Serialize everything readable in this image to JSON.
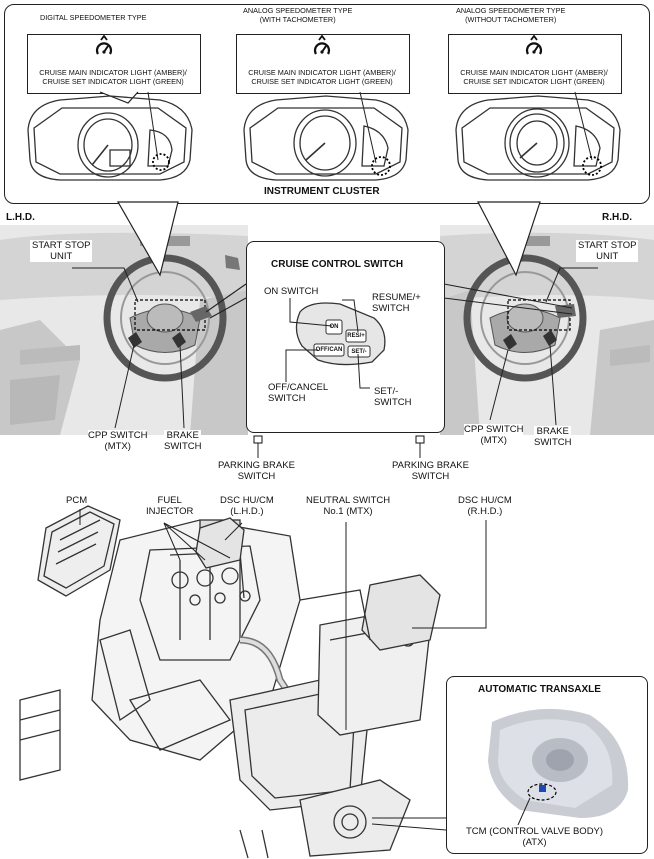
{
  "cluster": {
    "heading": "INSTRUMENT CLUSTER",
    "types": [
      {
        "title": "DIGITAL SPEEDOMETER TYPE",
        "indicator": "CRUISE MAIN INDICATOR LIGHT (AMBER)/\nCRUISE SET INDICATOR LIGHT (GREEN)"
      },
      {
        "title": "ANALOG SPEEDOMETER TYPE\n(WITH TACHOMETER)",
        "indicator": "CRUISE MAIN INDICATOR LIGHT (AMBER)/\nCRUISE SET INDICATOR LIGHT (GREEN)"
      },
      {
        "title": "ANALOG SPEEDOMETER TYPE\n(WITHOUT TACHOMETER)",
        "indicator": "CRUISE MAIN INDICATOR LIGHT (AMBER)/\nCRUISE SET INDICATOR LIGHT (GREEN)"
      }
    ]
  },
  "cockpit": {
    "lhd": "L.H.D.",
    "rhd": "R.H.D.",
    "start_stop_left": "START STOP\nUNIT",
    "start_stop_right": "START STOP\nUNIT",
    "cpp_left": "CPP SWITCH\n(MTX)",
    "brake_left": "BRAKE\nSWITCH",
    "cpp_right": "CPP SWITCH\n(MTX)",
    "brake_right": "BRAKE\nSWITCH",
    "parking_left": "PARKING BRAKE\nSWITCH",
    "parking_right": "PARKING BRAKE\nSWITCH"
  },
  "cruise_switch": {
    "heading": "CRUISE CONTROL SWITCH",
    "on": "ON SWITCH",
    "resume": "RESUME/+\nSWITCH",
    "off_cancel": "OFF/CANCEL\nSWITCH",
    "set": "SET/-\nSWITCH",
    "btn_on": "ON",
    "btn_off": "OFF/CAN",
    "btn_res": "RES/+",
    "btn_set": "SET/-"
  },
  "engine": {
    "pcm": "PCM",
    "fuel_injector": "FUEL\nINJECTOR",
    "dsc_lhd": "DSC HU/CM\n(L.H.D.)",
    "neutral": "NEUTRAL SWITCH\nNo.1 (MTX)",
    "dsc_rhd": "DSC HU/CM\n(R.H.D.)"
  },
  "atx": {
    "heading": "AUTOMATIC TRANSAXLE",
    "tcm": "TCM (CONTROL VALVE BODY)\n(ATX)"
  },
  "icons": [
    "cruise-control-icon",
    "parking-brake-icon"
  ]
}
